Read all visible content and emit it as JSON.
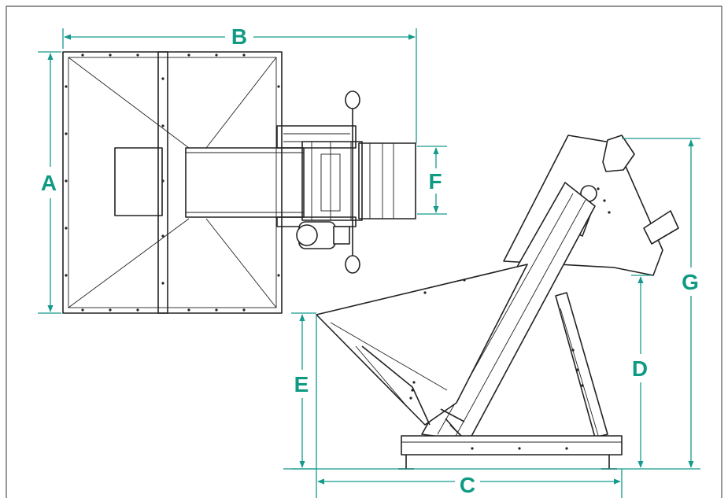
{
  "dimension_labels": {
    "a": "A",
    "b": "B",
    "c": "C",
    "d": "D",
    "e": "E",
    "f": "F",
    "g": "G"
  },
  "colors": {
    "dimension": "#159a8c",
    "label": "#0f9a83",
    "outline": "#222222",
    "frame": "#555555",
    "background": "#ffffff"
  }
}
